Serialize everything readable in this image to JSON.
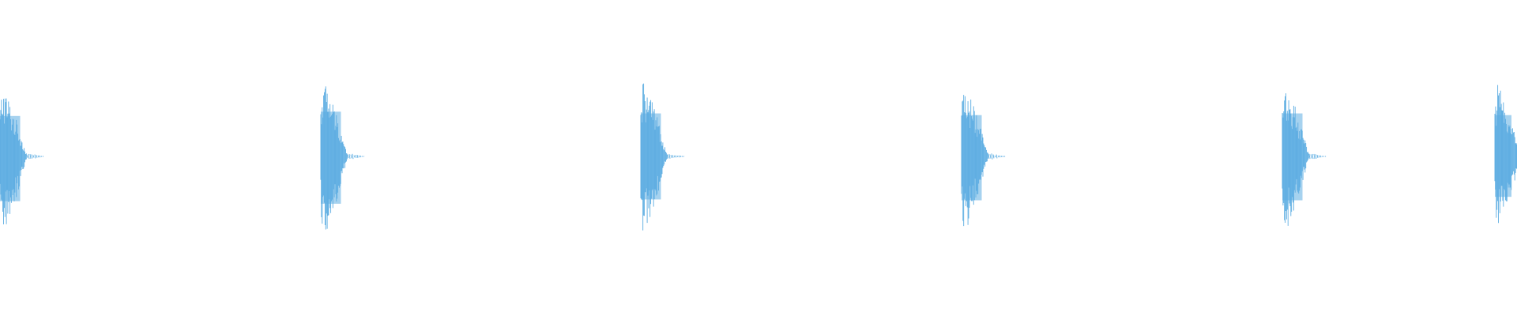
{
  "waveform": {
    "color": "#5DADE2",
    "background": "#FFFFFF",
    "bursts": [
      {
        "peak_up": 0.47,
        "peak_down": 0.52
      },
      {
        "peak_up": 0.52,
        "peak_down": 0.55
      },
      {
        "peak_up": 0.5,
        "peak_down": 0.5
      },
      {
        "peak_up": 0.48,
        "peak_down": 0.51
      },
      {
        "peak_up": 0.5,
        "peak_down": 0.51
      },
      {
        "peak_up": 0.48,
        "peak_down": 0.47
      }
    ]
  }
}
